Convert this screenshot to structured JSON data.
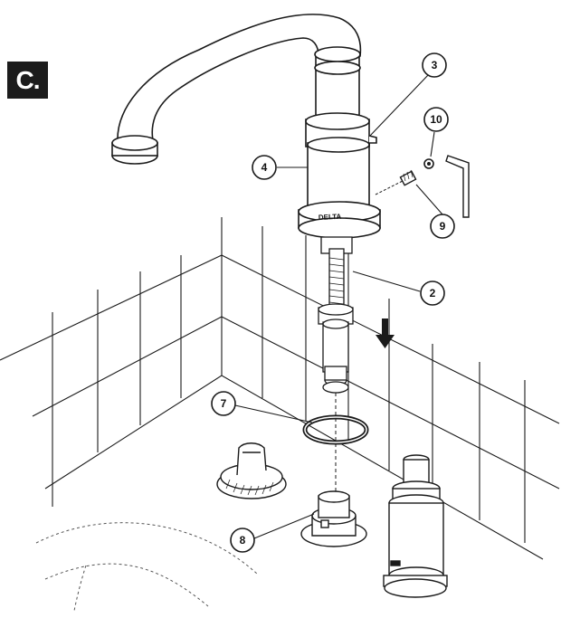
{
  "step": {
    "label": "C."
  },
  "faucet": {
    "brand_text": "DELTA"
  },
  "callouts": [
    {
      "id": "callout-3",
      "number": "3"
    },
    {
      "id": "callout-4",
      "number": "4"
    },
    {
      "id": "callout-10",
      "number": "10"
    },
    {
      "id": "callout-9",
      "number": "9"
    },
    {
      "id": "callout-2",
      "number": "2"
    },
    {
      "id": "callout-7",
      "number": "7"
    },
    {
      "id": "callout-8",
      "number": "8"
    }
  ],
  "icons": {
    "step-badge": "step-label",
    "arrow": "down-arrow-icon",
    "hex-key": "hex-wrench-icon"
  },
  "colors": {
    "line": "#1a1a1a",
    "badge": "#1c1c1c",
    "background": "#ffffff"
  }
}
